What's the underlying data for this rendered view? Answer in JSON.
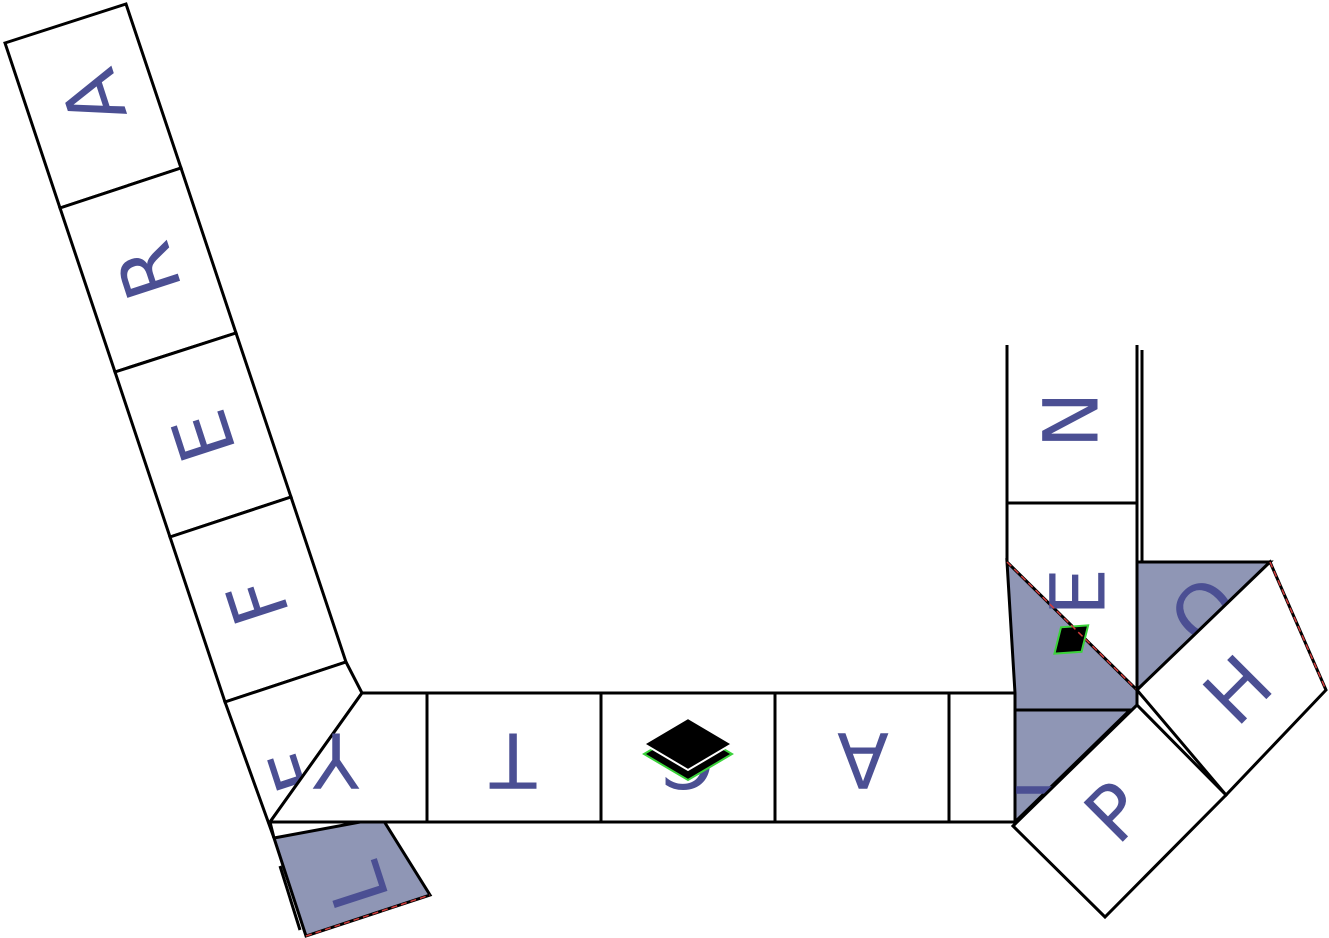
{
  "colors": {
    "background": "#ffffff",
    "tile": "#ffffff",
    "tile_shaded": "#8f96b5",
    "letter": "#4b4f93",
    "grid": "#000000",
    "seam": "#d23b3b",
    "glitch_icon_glow": "#3bd23b"
  },
  "board": {
    "left_arm": {
      "letters": [
        "A",
        "R",
        "E",
        "F",
        "F"
      ]
    },
    "bottom_row": {
      "letters": [
        "Y",
        "T",
        "C",
        "A",
        ""
      ]
    },
    "corner_tiles": {
      "letters": [
        "L",
        "I"
      ]
    },
    "right_column": {
      "letters": [
        "N",
        "E"
      ]
    },
    "right_shaded": {
      "letters": [
        "O"
      ]
    },
    "diagonal_arm": {
      "letters": [
        "P",
        "H"
      ]
    },
    "glitch_icons": [
      "layers-icon",
      "layers-icon"
    ]
  }
}
